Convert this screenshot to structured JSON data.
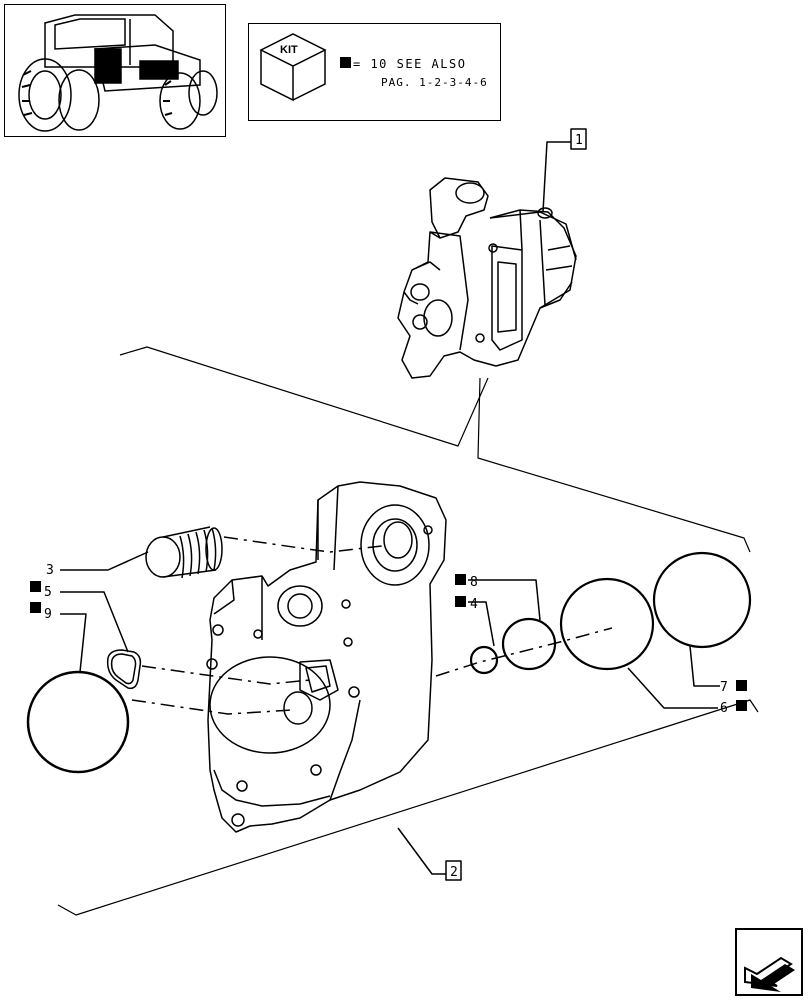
{
  "kit_legend": {
    "kit_label": "KIT",
    "line1": "= 10 SEE ALSO",
    "line2": "PAG. 1-2-3-4-6"
  },
  "callouts": {
    "c1": "1",
    "c2": "2",
    "c3": "3",
    "c4": "4",
    "c5": "5",
    "c6": "6",
    "c7": "7",
    "c8": "8",
    "c9": "9"
  },
  "icons": [
    "tractor-thumbnail-icon",
    "kit-cube-icon",
    "kit-marker-square-icon",
    "next-page-arrow-icon"
  ]
}
